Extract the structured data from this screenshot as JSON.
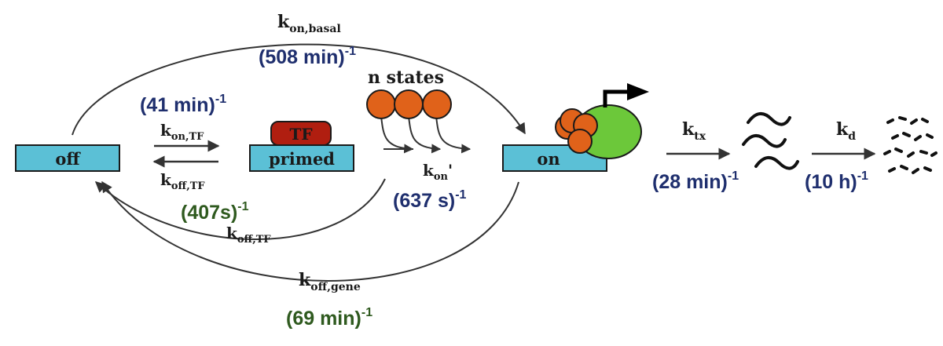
{
  "states": {
    "off": "off",
    "primed": "primed",
    "on": "on",
    "tf": "TF",
    "n_states": "n states"
  },
  "rates": {
    "k_on_basal": {
      "k": "k",
      "sub": "on,basal"
    },
    "k_on_tf": {
      "k": "k",
      "sub": "on,TF"
    },
    "k_off_tf_upper": {
      "k": "k",
      "sub": "off,TF"
    },
    "k_off_tf_lower": {
      "k": "k",
      "sub": "off,TF"
    },
    "k_on_prime": {
      "k": "k",
      "sub": "on",
      "prime": "'"
    },
    "k_off_gene": {
      "k": "k",
      "sub": "off,gene"
    },
    "k_tx": {
      "k": "k",
      "sub": "tx"
    },
    "k_d": {
      "k": "k",
      "sub": "d"
    }
  },
  "values": {
    "basal": {
      "text": "(508 min)",
      "exp": "-1"
    },
    "on_tf": {
      "text": "(41 min)",
      "exp": "-1"
    },
    "off_tf": {
      "text": "(407s)",
      "exp": "-1"
    },
    "on_prime": {
      "text": "(637 s)",
      "exp": "-1"
    },
    "off_gene": {
      "text": "(69 min)",
      "exp": "-1"
    },
    "tx": {
      "text": "(28 min)",
      "exp": "-1"
    },
    "d": {
      "text": "(10 h)",
      "exp": "-1"
    }
  },
  "colors": {
    "box": "#5bc0d6",
    "tf": "#b01e10",
    "circle": "#e0621a",
    "polymerase": "#6cc83a",
    "blue_text": "#1f2f6e",
    "green_text": "#2f5a1f"
  }
}
